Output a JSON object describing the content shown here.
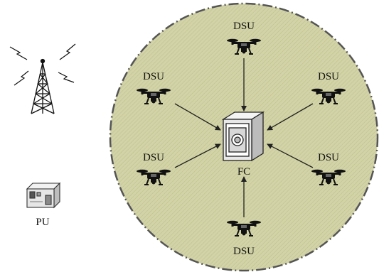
{
  "diagram": {
    "center_label": "FC",
    "node_label": "DSU",
    "external_label": "PU",
    "nodes": [
      {
        "id": "top",
        "label": "DSU"
      },
      {
        "id": "upper-left",
        "label": "DSU"
      },
      {
        "id": "upper-right",
        "label": "DSU"
      },
      {
        "id": "lower-left",
        "label": "DSU"
      },
      {
        "id": "lower-right",
        "label": "DSU"
      },
      {
        "id": "bottom",
        "label": "DSU"
      }
    ],
    "colors": {
      "region_fill": "#d2d3a6",
      "region_hatch": "#b8b98a",
      "region_border": "#555555",
      "line": "#222222"
    }
  }
}
